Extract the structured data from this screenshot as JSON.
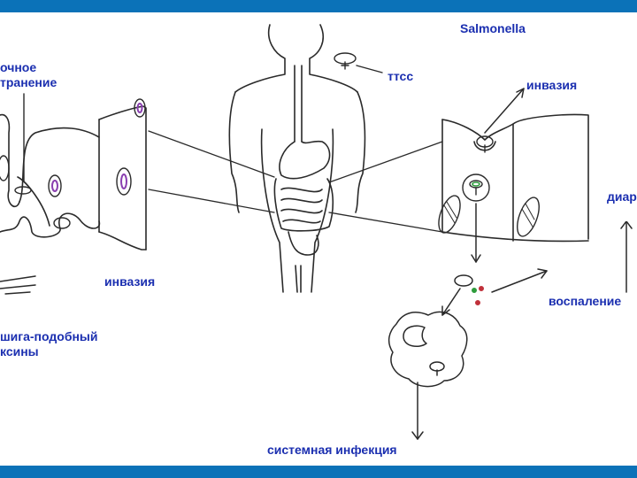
{
  "colors": {
    "frame": "#0b72b8",
    "label_text": "#1b2fb0",
    "ink": "#2a2a2a",
    "purple_accent": "#8a3fb0",
    "green_dot": "#2e9c3c",
    "red_dot": "#c0303a"
  },
  "labels": {
    "spread": "очное\nтранение",
    "ttss": "ттсс",
    "salmonella": "Salmonella",
    "invasion_top": "инвазия",
    "invasion_left": "инвазия",
    "diarrhea": "диар",
    "inflammation": "воспаление",
    "shiga_toxins": "шига-подобный\nксины",
    "systemic_infection": "системная инфекция"
  }
}
